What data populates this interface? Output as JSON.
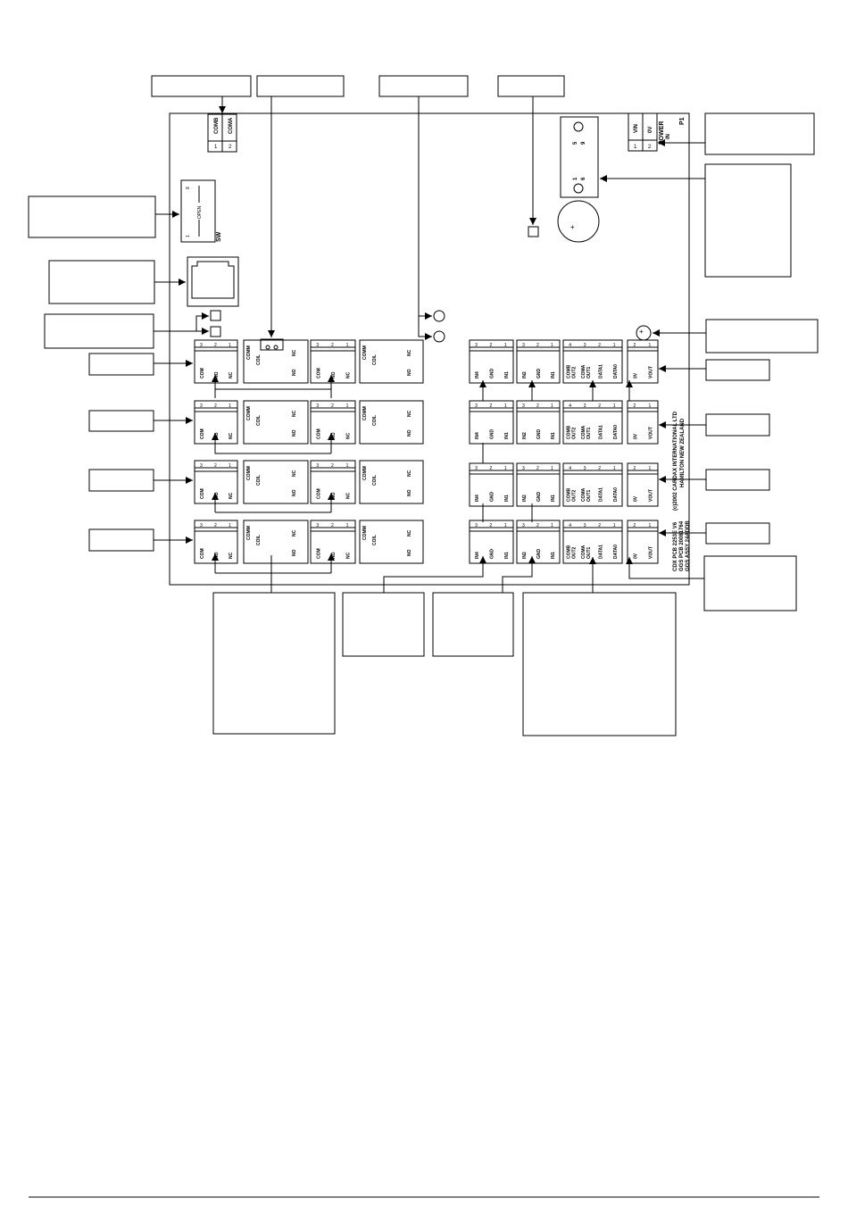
{
  "board": {
    "comms_connector": {
      "pins": [
        "1",
        "2"
      ],
      "labels": [
        "COMB",
        "COMA"
      ]
    },
    "power_connector": {
      "pins": [
        "1",
        "2"
      ],
      "labels": [
        "VIN",
        "0V"
      ],
      "title": "POWER",
      "sub": "IN",
      "ref": "P1"
    },
    "switch": {
      "label": "SW",
      "open_text": "OPEN",
      "pin_start": "1",
      "pin_end": "8"
    },
    "db9": {
      "pins": [
        "5",
        "9",
        "1",
        "6"
      ]
    },
    "battery_mark": "+",
    "fuse_mark": "+",
    "copyright": [
      "(c)2002 CARDAX INTERNATIONAL LTD",
      "HAMILTON NEW ZEALAND"
    ],
    "part_numbers": [
      "CDX PCB 2253E V6",
      "GGS PCB 20081764",
      "GGS ASSY 24ADDB"
    ]
  },
  "relay_terminal": {
    "pins": [
      "3",
      "2",
      "1"
    ],
    "labels": [
      "COM",
      "NO",
      "NC"
    ]
  },
  "relay_body": {
    "labels": [
      "COMM",
      "COIL",
      "NO",
      "NC"
    ]
  },
  "input_terminal_a": {
    "pins": [
      "3",
      "2",
      "1"
    ],
    "labels": [
      "IN4",
      "GND",
      "IN1"
    ]
  },
  "input_terminal_b": {
    "pins": [
      "3",
      "2",
      "1"
    ],
    "labels": [
      "IN2",
      "GND",
      "IN1"
    ]
  },
  "reader_terminal": {
    "pins": [
      "4",
      "3",
      "2",
      "1"
    ],
    "labels": [
      "COMB",
      "OUT2",
      "COMA",
      "OUT1",
      "DATA1",
      "DATA0"
    ]
  },
  "power_out_terminal": {
    "pins": [
      "2",
      "1"
    ],
    "labels": [
      "0V",
      "VOUT"
    ]
  }
}
